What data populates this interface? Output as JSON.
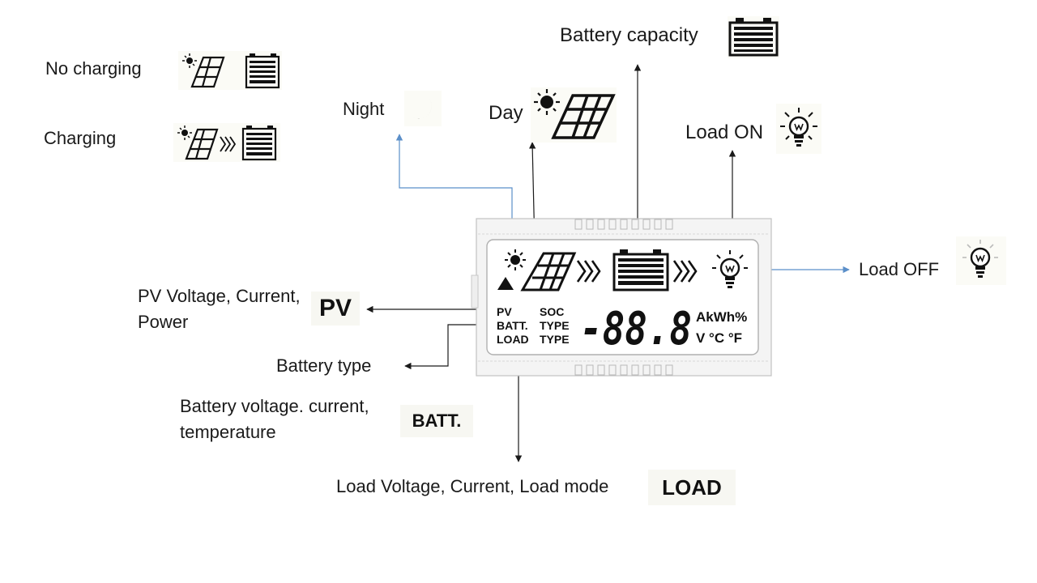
{
  "labels": {
    "no_charging": "No charging",
    "charging": "Charging",
    "night": "Night",
    "day": "Day",
    "battery_capacity": "Battery capacity",
    "load_on": "Load ON",
    "load_off": "Load OFF",
    "pv_line1": "PV Voltage, Current,",
    "pv_line2": "Power",
    "battery_type": "Battery type",
    "batt_line1": "Battery voltage. current,",
    "batt_line2": "temperature",
    "load_desc": "Load Voltage, Current, Load mode"
  },
  "badges": {
    "pv": "PV",
    "batt": "BATT.",
    "load": "LOAD"
  },
  "lcd": {
    "row_pv": "PV",
    "row_batt": "BATT.",
    "row_load": "LOAD",
    "row_soc": "SOC",
    "row_type1": "TYPE",
    "row_type2": "TYPE",
    "digits": "-88.8",
    "units_top": "AkWh%",
    "units_bottom": "V °C °F"
  },
  "colors": {
    "arrow_black": "#1a1a1a",
    "arrow_blue": "#5b8fc9",
    "lcd_frame": "#b8b8b8",
    "lcd_bg": "#ffffff"
  },
  "icons": [
    "sun-icon",
    "solar-panel-icon",
    "battery-icon",
    "moon-icon",
    "bulb-icon",
    "warning-icon",
    "chevrons-icon"
  ]
}
